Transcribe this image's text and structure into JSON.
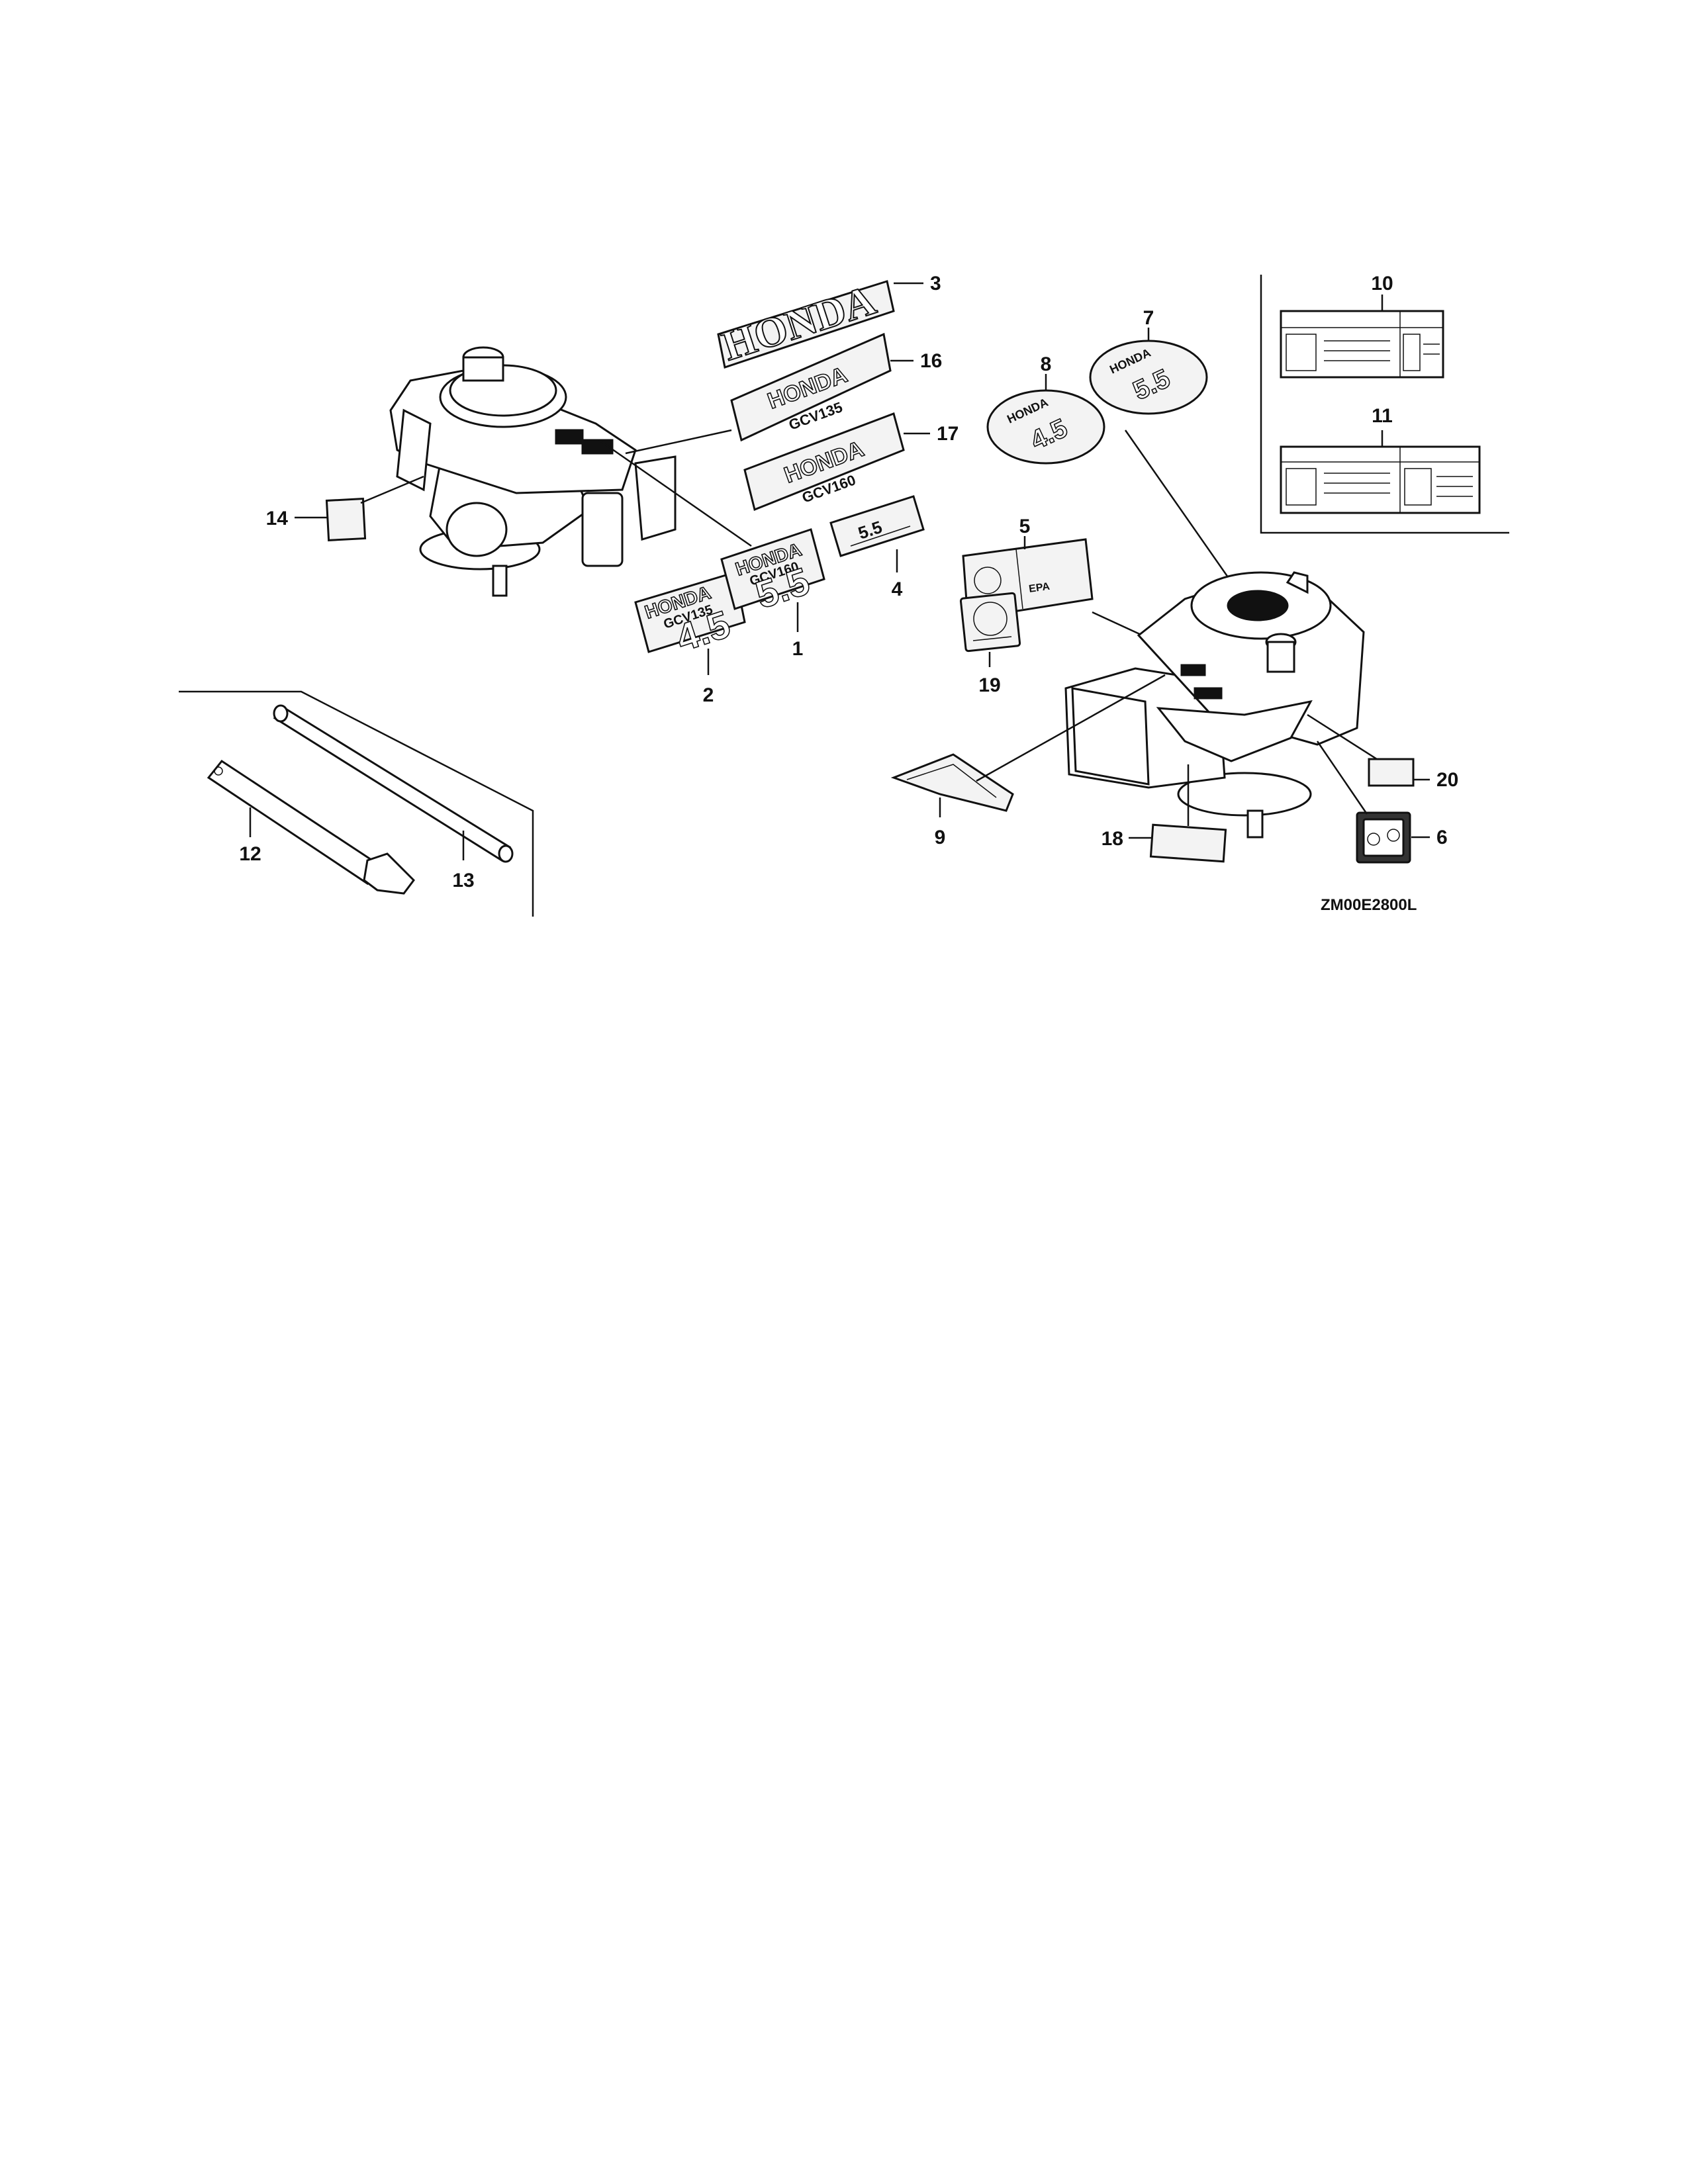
{
  "diagram_code": "ZM00E2800L",
  "callouts": {
    "c1": "1",
    "c2": "2",
    "c3": "3",
    "c4": "4",
    "c5": "5",
    "c6": "6",
    "c7": "7",
    "c8": "8",
    "c9": "9",
    "c10": "10",
    "c11": "11",
    "c12": "12",
    "c13": "13",
    "c14": "14",
    "c16": "16",
    "c17": "17",
    "c18": "18",
    "c19": "19",
    "c20": "20"
  },
  "decal_text": {
    "honda": "HONDA",
    "gcv135": "GCV135",
    "gcv160": "GCV160",
    "hp45": "4.5",
    "hp55": "5.5",
    "epa": "EPA"
  }
}
